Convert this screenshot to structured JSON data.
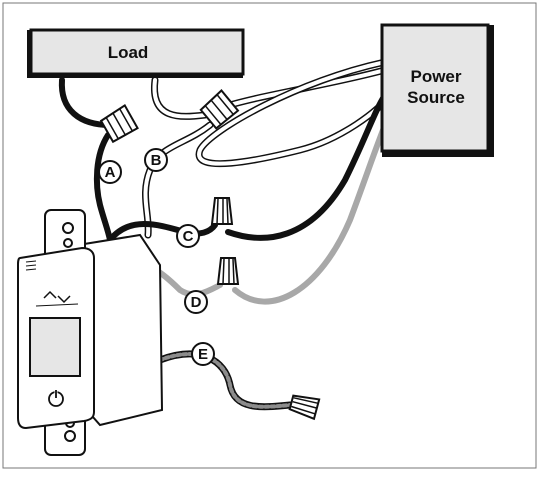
{
  "load": {
    "label": "Load"
  },
  "power_source": {
    "line1": "Power",
    "line2": "Source"
  },
  "callouts": [
    {
      "id": "A",
      "label": "A"
    },
    {
      "id": "B",
      "label": "B"
    },
    {
      "id": "C",
      "label": "C"
    },
    {
      "id": "D",
      "label": "D"
    },
    {
      "id": "E",
      "label": "E"
    }
  ],
  "colors": {
    "black_wire": "#111111",
    "white_wire": "#ffffff",
    "gray_wire": "#a8a8a8",
    "box_fill": "#e6e6e6",
    "ground_wire": "#8c8c8c"
  }
}
